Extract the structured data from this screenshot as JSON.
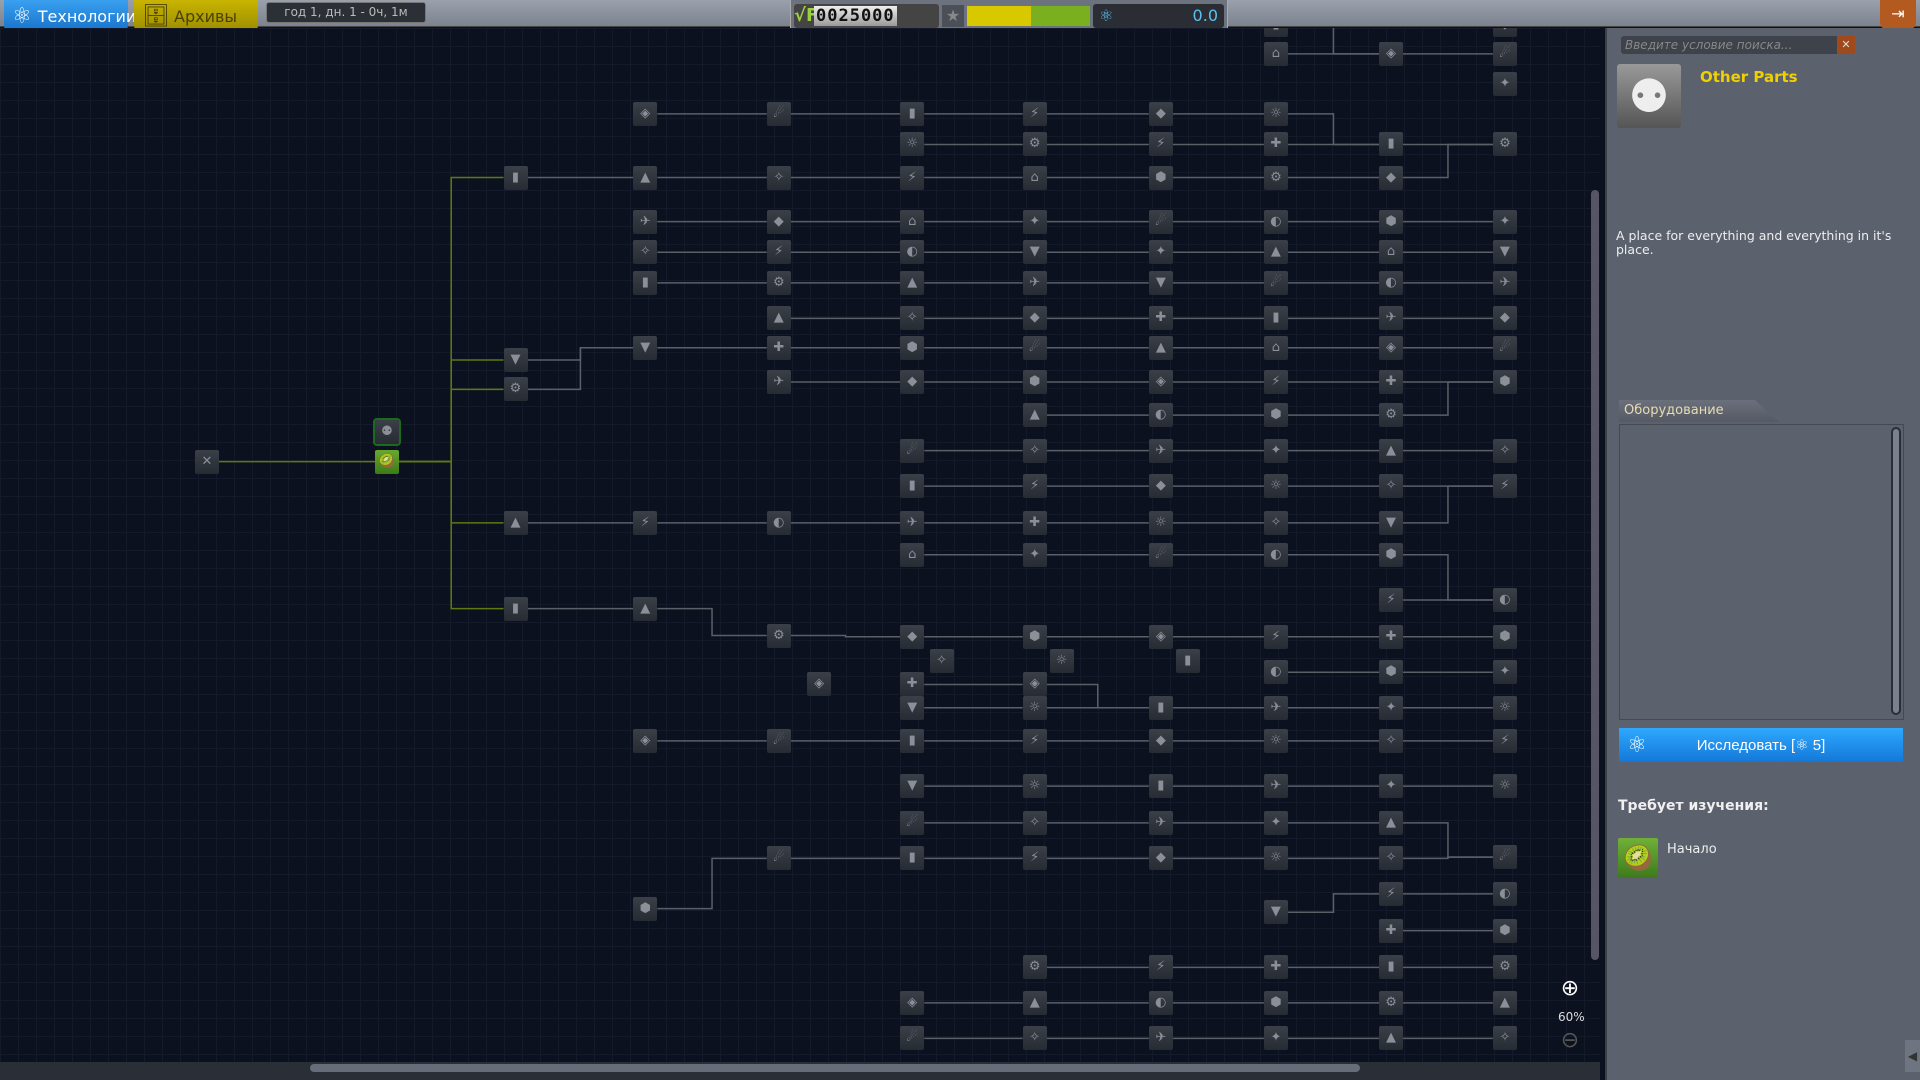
{
  "topbar": {
    "tab_tech": "Технологии",
    "tab_archives": "Архивы",
    "date": "год 1, дн. 1 - 0ч, 1м"
  },
  "hud": {
    "funds_prefix": "√F",
    "funds": "0025000",
    "reputation_fraction": 0.5,
    "science": "0.0"
  },
  "tree": {
    "zoom": "60%"
  },
  "panel": {
    "search_placeholder": "Введите условие поиска...",
    "part_title": "Other Parts",
    "part_description": "A place for everything and everything in it's place.",
    "equipment_tab": "Оборудование",
    "research_button": "Исследовать [⚛ 5]",
    "requires_label": "Требует изучения:",
    "required_node": "Начало"
  },
  "colors": {
    "accent": "#1e90f0",
    "title": "#f0d000",
    "done_node": "#5a9a28"
  }
}
